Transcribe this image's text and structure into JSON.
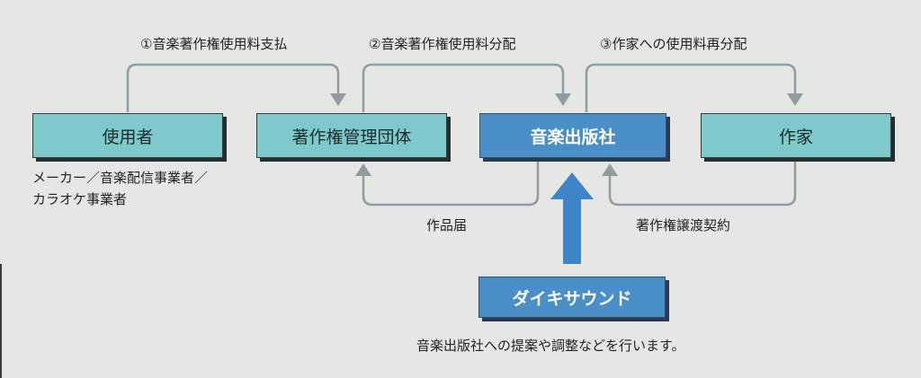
{
  "steps": {
    "step1": "①音楽著作権使用料支払",
    "step2": "②音楽著作権使用料分配",
    "step3": "③作家への使用料再分配"
  },
  "nodes": {
    "user": "使用者",
    "jasrac": "著作権管理団体",
    "publisher": "音楽出版社",
    "writer": "作家",
    "daiki": "ダイキサウンド"
  },
  "notes": {
    "user_line1": "メーカー／音楽配信事業者／",
    "user_line2": "カラオケ事業者",
    "work_notice": "作品届",
    "assignment": "著作権譲渡契約",
    "daiki_role": "音楽出版社への提案や調整などを行います。"
  },
  "colors": {
    "teal_box": "#7ec9cb",
    "blue_box": "#4a8fc8",
    "arrow_gray": "#8f9ca0",
    "arrow_blue": "#3d85c6"
  }
}
